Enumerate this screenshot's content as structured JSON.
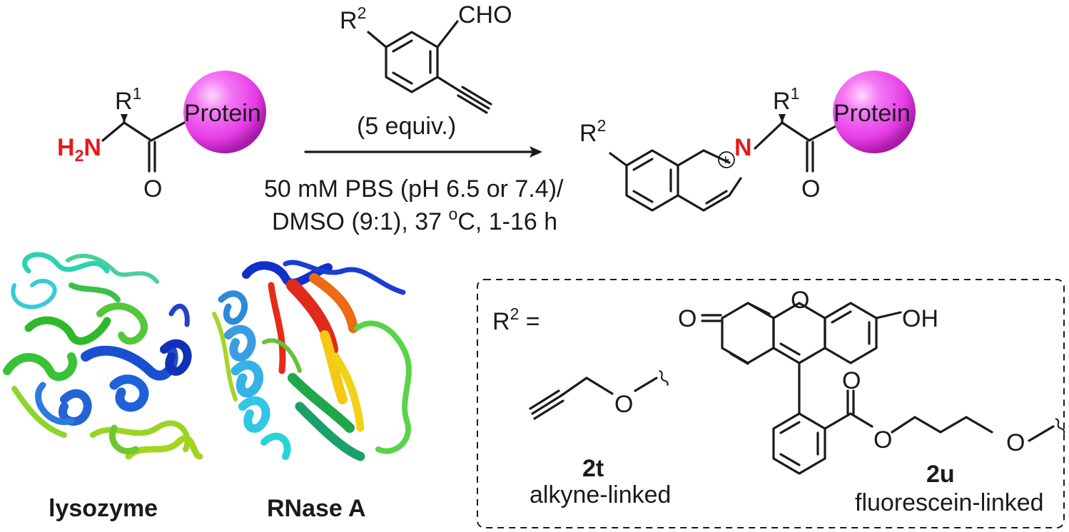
{
  "colors": {
    "bond": "#1a1a1a",
    "highlight_red": "#e8191c",
    "protein_sphere": "#e63ce6",
    "dashed_box": "#1a1a1a"
  },
  "reactant": {
    "r1": "R",
    "r1_sup": "1",
    "amine": "H",
    "amine_sub": "2",
    "amine_n": "N",
    "oxygen": "O",
    "protein_label": "Protein"
  },
  "reagent": {
    "r2": "R",
    "r2_sup": "2",
    "aldehyde": "CHO",
    "equiv": "(5 equiv.)",
    "conditions_line1": "50 mM PBS (pH 6.5 or 7.4)/",
    "conditions_line2": "DMSO (9:1), 37 ",
    "conditions_deg": "o",
    "conditions_line2_tail": "C, 1-16 h"
  },
  "product": {
    "r2": "R",
    "r2_sup": "2",
    "n_label": "N",
    "charge": "+",
    "r1": "R",
    "r1_sup": "1",
    "oxygen": "O",
    "protein_label": "Protein"
  },
  "structures": [
    {
      "name": "lysozyme",
      "label": "lysozyme"
    },
    {
      "name": "rnase-a",
      "label": "RNase A"
    }
  ],
  "box": {
    "r2_prefix": "R",
    "r2_sup": "2",
    "equals": " =",
    "alkyne_o": "O",
    "alkyne_id": "2t",
    "alkyne_desc": "alkyne-linked",
    "fluor_o_ketone": "O",
    "fluor_o_ring": "O",
    "fluor_oh": "OH",
    "fluor_ester_o1": "O",
    "fluor_ester_o2": "O",
    "fluor_ether_o": "O",
    "fluor_id": "2u",
    "fluor_desc": "fluorescein-linked"
  }
}
